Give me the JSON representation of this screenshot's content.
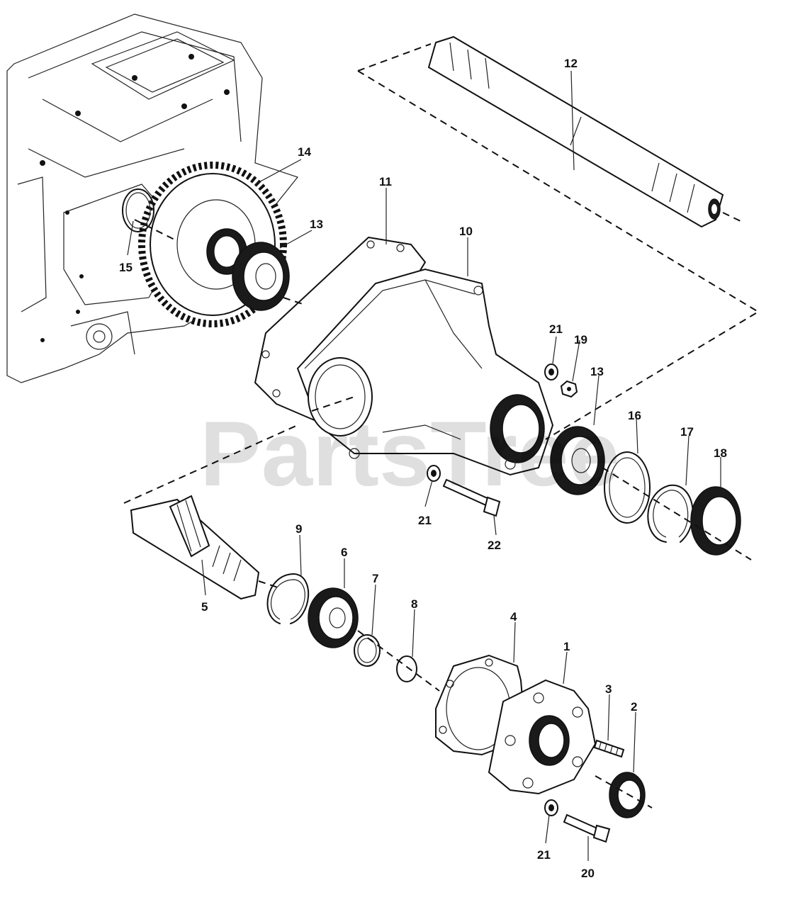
{
  "watermark": "PartsTree",
  "callouts": {
    "c1": "1",
    "c2": "2",
    "c3": "3",
    "c4": "4",
    "c5": "5",
    "c6": "6",
    "c7": "7",
    "c8": "8",
    "c9": "9",
    "c10": "10",
    "c11": "11",
    "c12": "12",
    "c13a": "13",
    "c13b": "13",
    "c14": "14",
    "c15": "15",
    "c16": "16",
    "c17": "17",
    "c18": "18",
    "c19": "19",
    "c20": "20",
    "c21a": "21",
    "c21b": "21",
    "c21c": "21",
    "c22": "22"
  }
}
